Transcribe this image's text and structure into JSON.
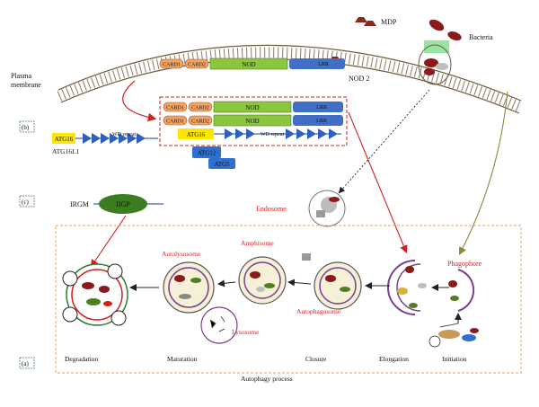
{
  "labels": {
    "mdp": "MDP",
    "bacteria": "Bacteria",
    "plasma_membrane_1": "Plasma",
    "plasma_membrane_2": "membrane",
    "nod2": "NOD 2",
    "panel_b": "(b)",
    "panel_c": "(c)",
    "panel_a": "(a)",
    "atg16_left": "ATG16",
    "atg16l1": "ATG16L1",
    "wd_repeat": "WD repeat",
    "atg16_center": "ATG16",
    "atg12": "ATG12",
    "atg5": "ATG5",
    "irgm": "IRGM",
    "iigp": "IIGP",
    "endosome": "Endosome",
    "phagophore": "Phagophore",
    "autolysosome": "Autolysosome",
    "amphisome": "Amphisome",
    "autophagosome": "Autophagosome",
    "lysosome": "Lysosome",
    "degradation": "Degradation",
    "maturation": "Maturation",
    "closure": "Closure",
    "elongation": "Elongation",
    "initiation": "Initiation",
    "autophagy_process": "Autophagy process",
    "card1": "CARD1",
    "card2": "CARD2",
    "nod": "NOD",
    "lrr": "LRR"
  },
  "colors": {
    "red_accent": "#d41f1f",
    "card_orange": "#f4a460",
    "nod_green": "#8cc63f",
    "lrr_blue": "#3f6fc6",
    "atg16_yellow": "#ffe600",
    "atg_blue": "#2f6fd1",
    "iigp_green": "#3c7d1e",
    "panel_box_green": "#3a8f3a"
  }
}
